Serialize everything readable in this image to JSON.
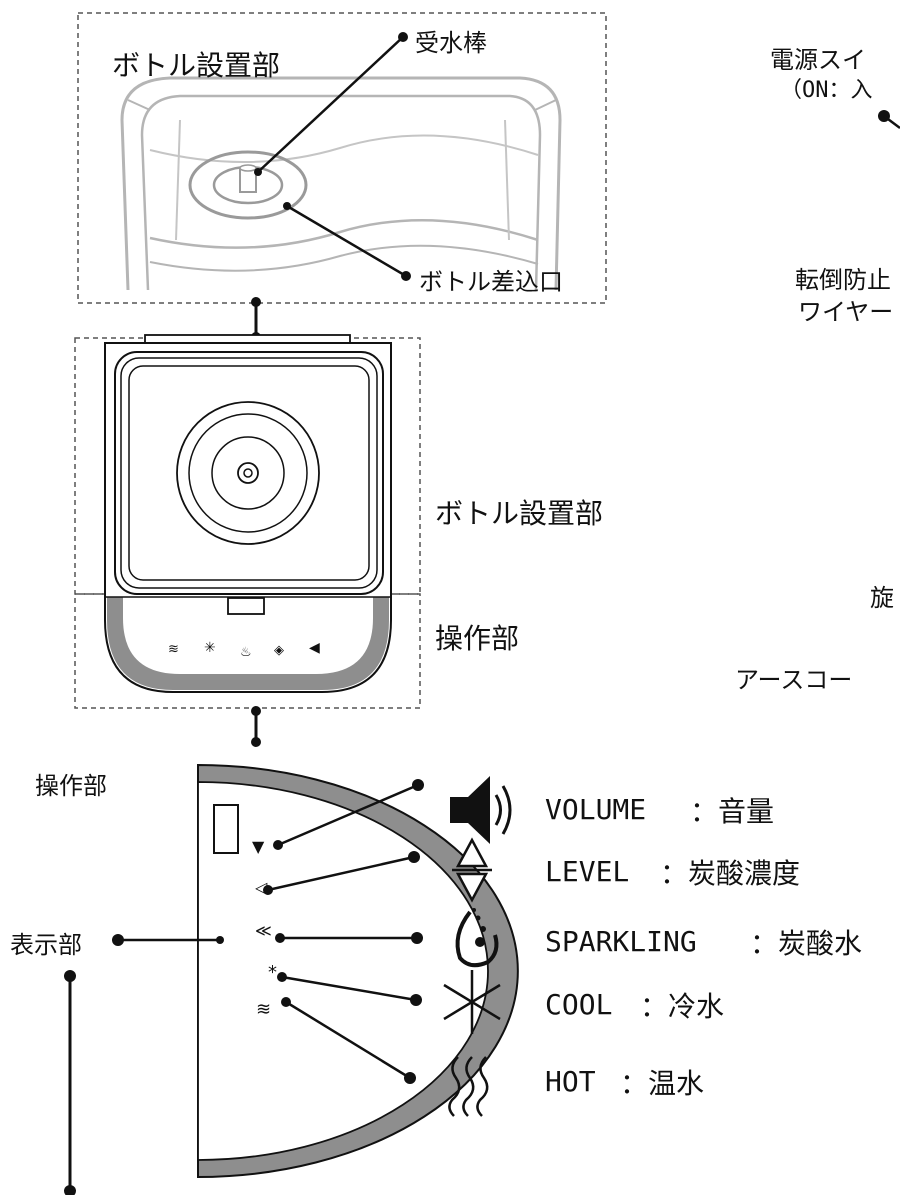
{
  "bottle_detail": {
    "title": "ボトル設置部",
    "receiver_rod": "受水棒",
    "bottle_slot": "ボトル差込口"
  },
  "top_view": {
    "bottle_section": "ボトル設置部",
    "control_section": "操作部"
  },
  "control_panel": {
    "title": "操作部",
    "display": "表示部"
  },
  "buttons": [
    {
      "icon": "speaker-icon",
      "name": "VOLUME",
      "desc": "：音量"
    },
    {
      "icon": "level-icon",
      "name": "LEVEL",
      "desc": "：炭酸濃度"
    },
    {
      "icon": "bubbles-icon",
      "name": "SPARKLING",
      "desc": "：炭酸水"
    },
    {
      "icon": "snowflake-icon",
      "name": "COOL",
      "desc": "：冷水"
    },
    {
      "icon": "heat-waves-icon",
      "name": "HOT",
      "desc": "：温水"
    }
  ],
  "side_labels": {
    "power_switch": "電源スイ",
    "power_on": "（ON：入",
    "tip_prevention": "転倒防止",
    "wire": "ワイヤー",
    "partial": "旋",
    "earth_cord": "アースコー"
  },
  "colors": {
    "line": "#111111",
    "panel_band": "#8e8e8e",
    "dashed": "#555555"
  }
}
